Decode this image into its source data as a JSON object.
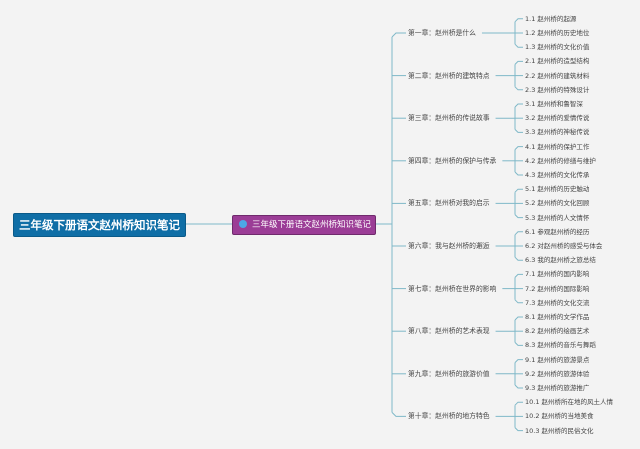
{
  "root": {
    "title": "三年级下册语文赵州桥知识笔记"
  },
  "subtopic": {
    "title": "三年级下册语文赵州桥知识笔记"
  },
  "colors": {
    "root_bg": "#0f6ea6",
    "subtopic_bg": "#9b3d96",
    "line": "#7fb8c8",
    "dot": "#4ca7e6"
  },
  "chapters": [
    {
      "title": "第一章：赵州桥是什么",
      "items": [
        "1.1 赵州桥的起源",
        "1.2 赵州桥的历史地位",
        "1.3 赵州桥的文化价值"
      ]
    },
    {
      "title": "第二章：赵州桥的建筑特点",
      "items": [
        "2.1 赵州桥的造型结构",
        "2.2 赵州桥的建筑材料",
        "2.3 赵州桥的特殊设计"
      ]
    },
    {
      "title": "第三章：赵州桥的传说故事",
      "items": [
        "3.1 赵州桥和鲁智深",
        "3.2 赵州桥的爱情传说",
        "3.3 赵州桥的神秘传说"
      ]
    },
    {
      "title": "第四章：赵州桥的保护与传承",
      "items": [
        "4.1 赵州桥的保护工作",
        "4.2 赵州桥的修缮与维护",
        "4.3 赵州桥的文化传承"
      ]
    },
    {
      "title": "第五章：赵州桥对我的启示",
      "items": [
        "5.1 赵州桥的历史触动",
        "5.2 赵州桥的文化回顾",
        "5.3 赵州桥的人文情怀"
      ]
    },
    {
      "title": "第六章：我与赵州桥的邂逅",
      "items": [
        "6.1 参观赵州桥的经历",
        "6.2 对赵州桥的感受与体会",
        "6.3 我的赵州桥之旅总结"
      ]
    },
    {
      "title": "第七章：赵州桥在世界的影响",
      "items": [
        "7.1 赵州桥的国内影响",
        "7.2 赵州桥的国际影响",
        "7.3 赵州桥的文化交流"
      ]
    },
    {
      "title": "第八章：赵州桥的艺术表现",
      "items": [
        "8.1 赵州桥的文学作品",
        "8.2 赵州桥的绘画艺术",
        "8.3 赵州桥的音乐与舞蹈"
      ]
    },
    {
      "title": "第九章：赵州桥的旅游价值",
      "items": [
        "9.1 赵州桥的旅游景点",
        "9.2 赵州桥的旅游体验",
        "9.3 赵州桥的旅游推广"
      ]
    },
    {
      "title": "第十章：赵州桥的地方特色",
      "items": [
        "10.1 赵州桥所在地的风土人情",
        "10.2 赵州桥的当地美食",
        "10.3 赵州桥的民俗文化"
      ]
    }
  ]
}
